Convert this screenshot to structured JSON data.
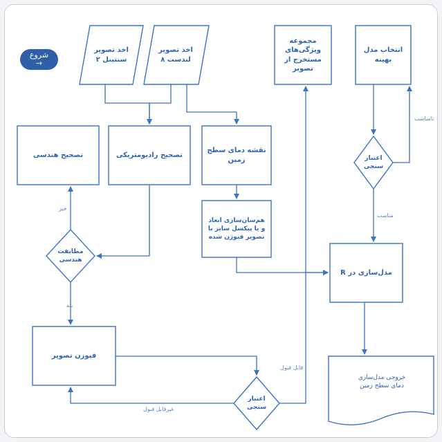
{
  "start": {
    "label": "شروع",
    "arrow": "→"
  },
  "nodes": {
    "sentinel": "اخذ تصویر\nسنتینل ۲",
    "landsat": "اخذ تصویر\nلندست ۸",
    "features": "مجموعه\nویژگی‌های\nمستخرج از\nتصویر",
    "select_model": "انتخاب مدل\nبهینه",
    "geom_corr": "تصحیح هندسی",
    "radio_corr": "تصحیح رادیومتریکی",
    "lst_map": "نقشه دمای سطح\nزمین",
    "validation_top": "اعتبار\nسنجی",
    "resample": "هم‌سان‌سازی ابعاد\nو یا پیکسل سایز با\nتصویر فیوژن شده",
    "geom_match": "مطابقت\nهندسی",
    "modeling": "مدل‌سازی در R",
    "fusion": "فیوزن تصویر",
    "validation_bottom": "اعتبار\nسنجی",
    "output": "خروجی مدل‌سازی\nدمای سطح زمین"
  },
  "edge_labels": {
    "not_suitable": "نامناسب",
    "suitable": "مناسب",
    "no": "خیر",
    "yes": "بله",
    "acceptable": "قابل قبول",
    "unacceptable": "غیرقابل قبول"
  },
  "colors": {
    "stroke": "#3b72c6",
    "fill": "#ffffff",
    "text": "#2f63b6",
    "badge": "#2f5fa8"
  }
}
